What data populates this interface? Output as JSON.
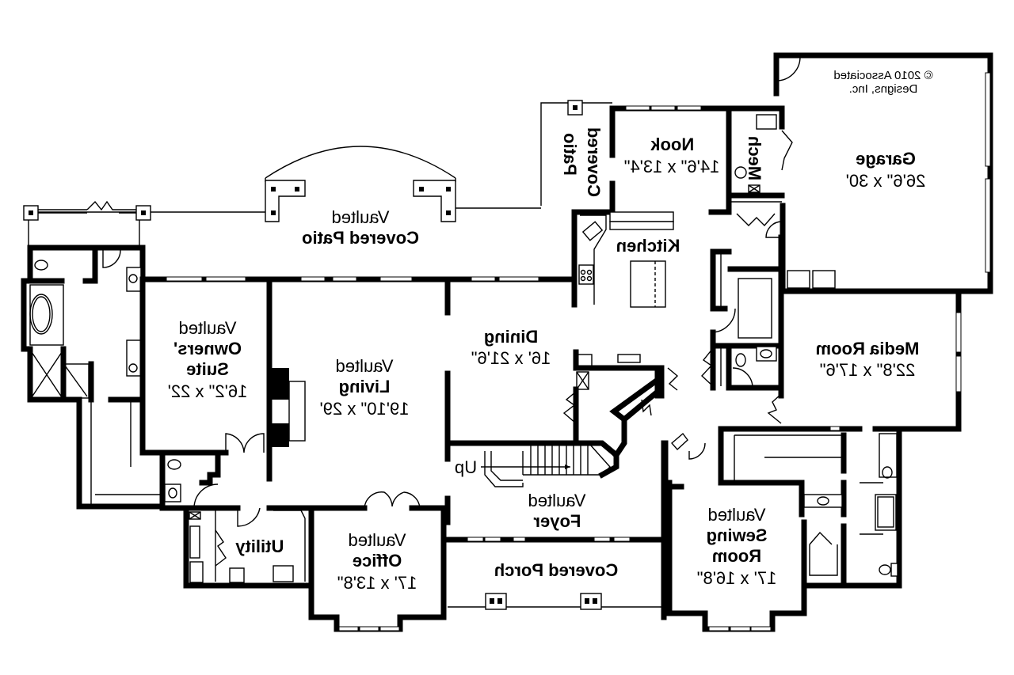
{
  "title": "Floor Plan",
  "orientation": "mirrored",
  "copyright": {
    "line1": "© 2010 Associated",
    "line2": "Designs, Inc."
  },
  "rooms": {
    "garage": {
      "name": "Garage",
      "size": "26'6\" x 30'"
    },
    "nook": {
      "name": "Nook",
      "size": "14'6\" x 13'4\""
    },
    "mech": {
      "name": "Mech"
    },
    "kitchen": {
      "name": "Kitchen"
    },
    "patio_covered_small": {
      "line1": "Patio",
      "line2": "Covered"
    },
    "covered_patio": {
      "prefix": "Vaulted",
      "name": "Covered Patio"
    },
    "owners_suite": {
      "prefix": "Vaulted",
      "line1": "Owners'",
      "line2": "Suite",
      "size": "16'2\" x 22'"
    },
    "living": {
      "prefix": "Vaulted",
      "name": "Living",
      "size": "19'10\" x 29'"
    },
    "dining": {
      "name": "Dining",
      "size": "16' x 21'6\""
    },
    "media_room": {
      "name": "Media Room",
      "size": "22'8\" x 17'6\""
    },
    "foyer": {
      "prefix": "Vaulted",
      "name": "Foyer"
    },
    "stairs": {
      "label": "Up"
    },
    "utility": {
      "name": "Utility"
    },
    "office": {
      "prefix": "Vaulted",
      "name": "Office",
      "size": "17' x 13'8\""
    },
    "covered_porch": {
      "name": "Covered Porch"
    },
    "sewing_room": {
      "prefix": "Vaulted",
      "line1": "Sewing",
      "line2": "Room",
      "size": "17' x 16'8\""
    }
  }
}
